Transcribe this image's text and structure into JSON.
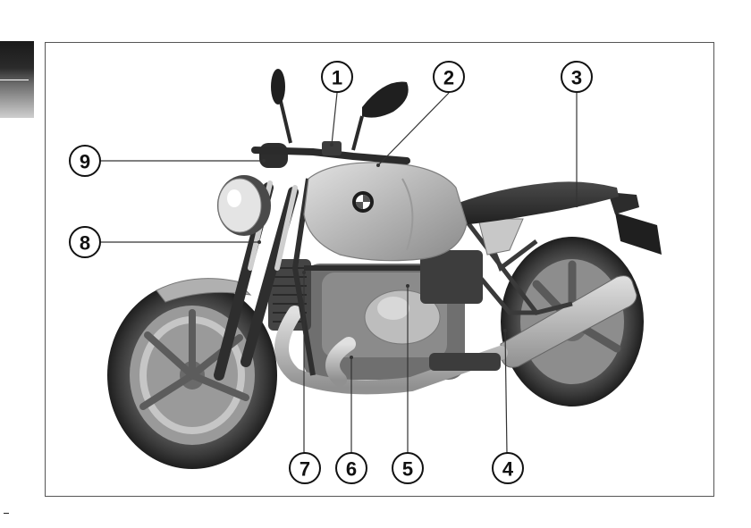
{
  "callouts": [
    {
      "id": 1,
      "label": "1"
    },
    {
      "id": 2,
      "label": "2"
    },
    {
      "id": 3,
      "label": "3"
    },
    {
      "id": 4,
      "label": "4"
    },
    {
      "id": 5,
      "label": "5"
    },
    {
      "id": 6,
      "label": "6"
    },
    {
      "id": 7,
      "label": "7"
    },
    {
      "id": 8,
      "label": "8"
    },
    {
      "id": 9,
      "label": "9"
    }
  ],
  "colors": {
    "line": "#333333",
    "frame": "#555555",
    "tab": "#1a1a1a"
  }
}
